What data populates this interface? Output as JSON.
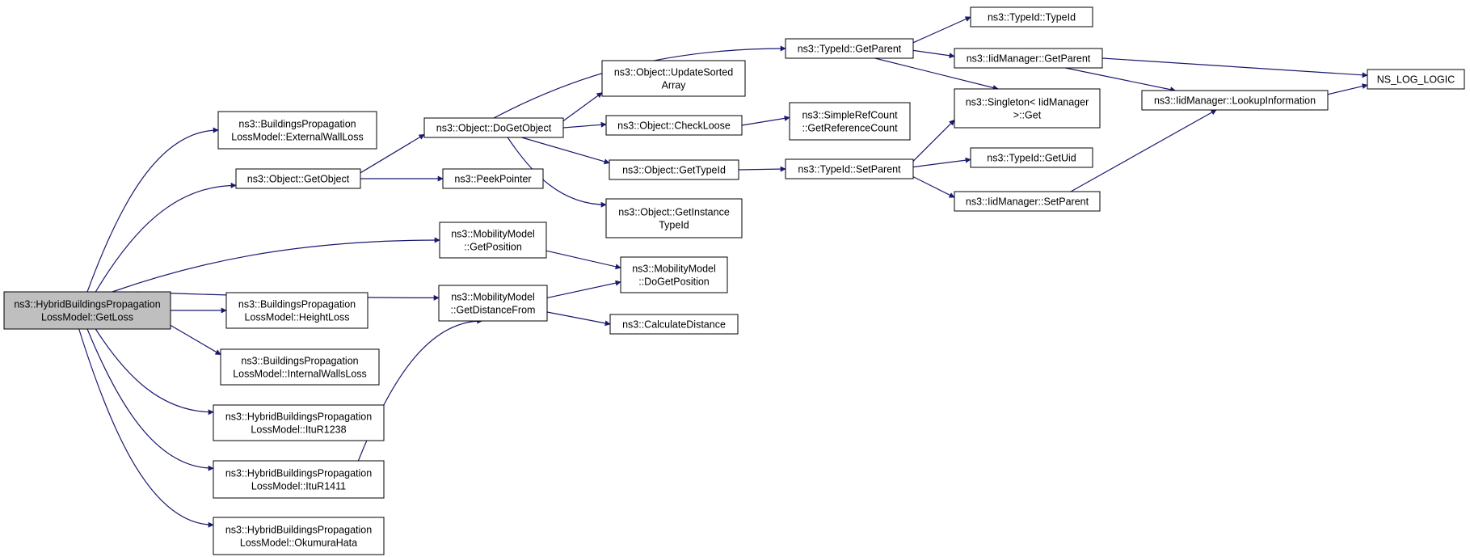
{
  "nodes": {
    "root": [
      "ns3::HybridBuildingsPropagation",
      "LossModel::GetLoss"
    ],
    "bpl_external": [
      "ns3::BuildingsPropagation",
      "LossModel::ExternalWallLoss"
    ],
    "obj_getobject": [
      "ns3::Object::GetObject"
    ],
    "peekpointer": [
      "ns3::PeekPointer"
    ],
    "obj_dogetobject": [
      "ns3::Object::DoGetObject"
    ],
    "obj_updatesorted": [
      "ns3::Object::UpdateSorted",
      "Array"
    ],
    "obj_checkloose": [
      "ns3::Object::CheckLoose"
    ],
    "obj_gettypeid": [
      "ns3::Object::GetTypeId"
    ],
    "obj_getinstance": [
      "ns3::Object::GetInstance",
      "TypeId"
    ],
    "simplerefcount": [
      "ns3::SimpleRefCount",
      "::GetReferenceCount"
    ],
    "typeid_getparent": [
      "ns3::TypeId::GetParent"
    ],
    "typeid_typeid": [
      "ns3::TypeId::TypeId"
    ],
    "iid_getparent": [
      "ns3::IidManager::GetParent"
    ],
    "singleton_get": [
      "ns3::Singleton< IidManager",
      ">::Get"
    ],
    "iid_lookup": [
      "ns3::IidManager::LookupInformation"
    ],
    "ns_log_logic": [
      "NS_LOG_LOGIC"
    ],
    "typeid_setparent": [
      "ns3::TypeId::SetParent"
    ],
    "typeid_getuid": [
      "ns3::TypeId::GetUid"
    ],
    "iid_setparent": [
      "ns3::IidManager::SetParent"
    ],
    "mm_getposition": [
      "ns3::MobilityModel",
      "::GetPosition"
    ],
    "mm_dogetposition": [
      "ns3::MobilityModel",
      "::DoGetPosition"
    ],
    "mm_getdistance": [
      "ns3::MobilityModel",
      "::GetDistanceFrom"
    ],
    "calcdistance": [
      "ns3::CalculateDistance"
    ],
    "bpl_height": [
      "ns3::BuildingsPropagation",
      "LossModel::HeightLoss"
    ],
    "bpl_internal": [
      "ns3::BuildingsPropagation",
      "LossModel::InternalWallsLoss"
    ],
    "hb_itur1238": [
      "ns3::HybridBuildingsPropagation",
      "LossModel::ItuR1238"
    ],
    "hb_itur1411": [
      "ns3::HybridBuildingsPropagation",
      "LossModel::ItuR1411"
    ],
    "hb_okumura": [
      "ns3::HybridBuildingsPropagation",
      "LossModel::OkumuraHata"
    ]
  },
  "colors": {
    "edge": "#191970",
    "root_fill": "#bfbfbf",
    "node_fill": "#ffffff",
    "node_border": "#000000"
  }
}
